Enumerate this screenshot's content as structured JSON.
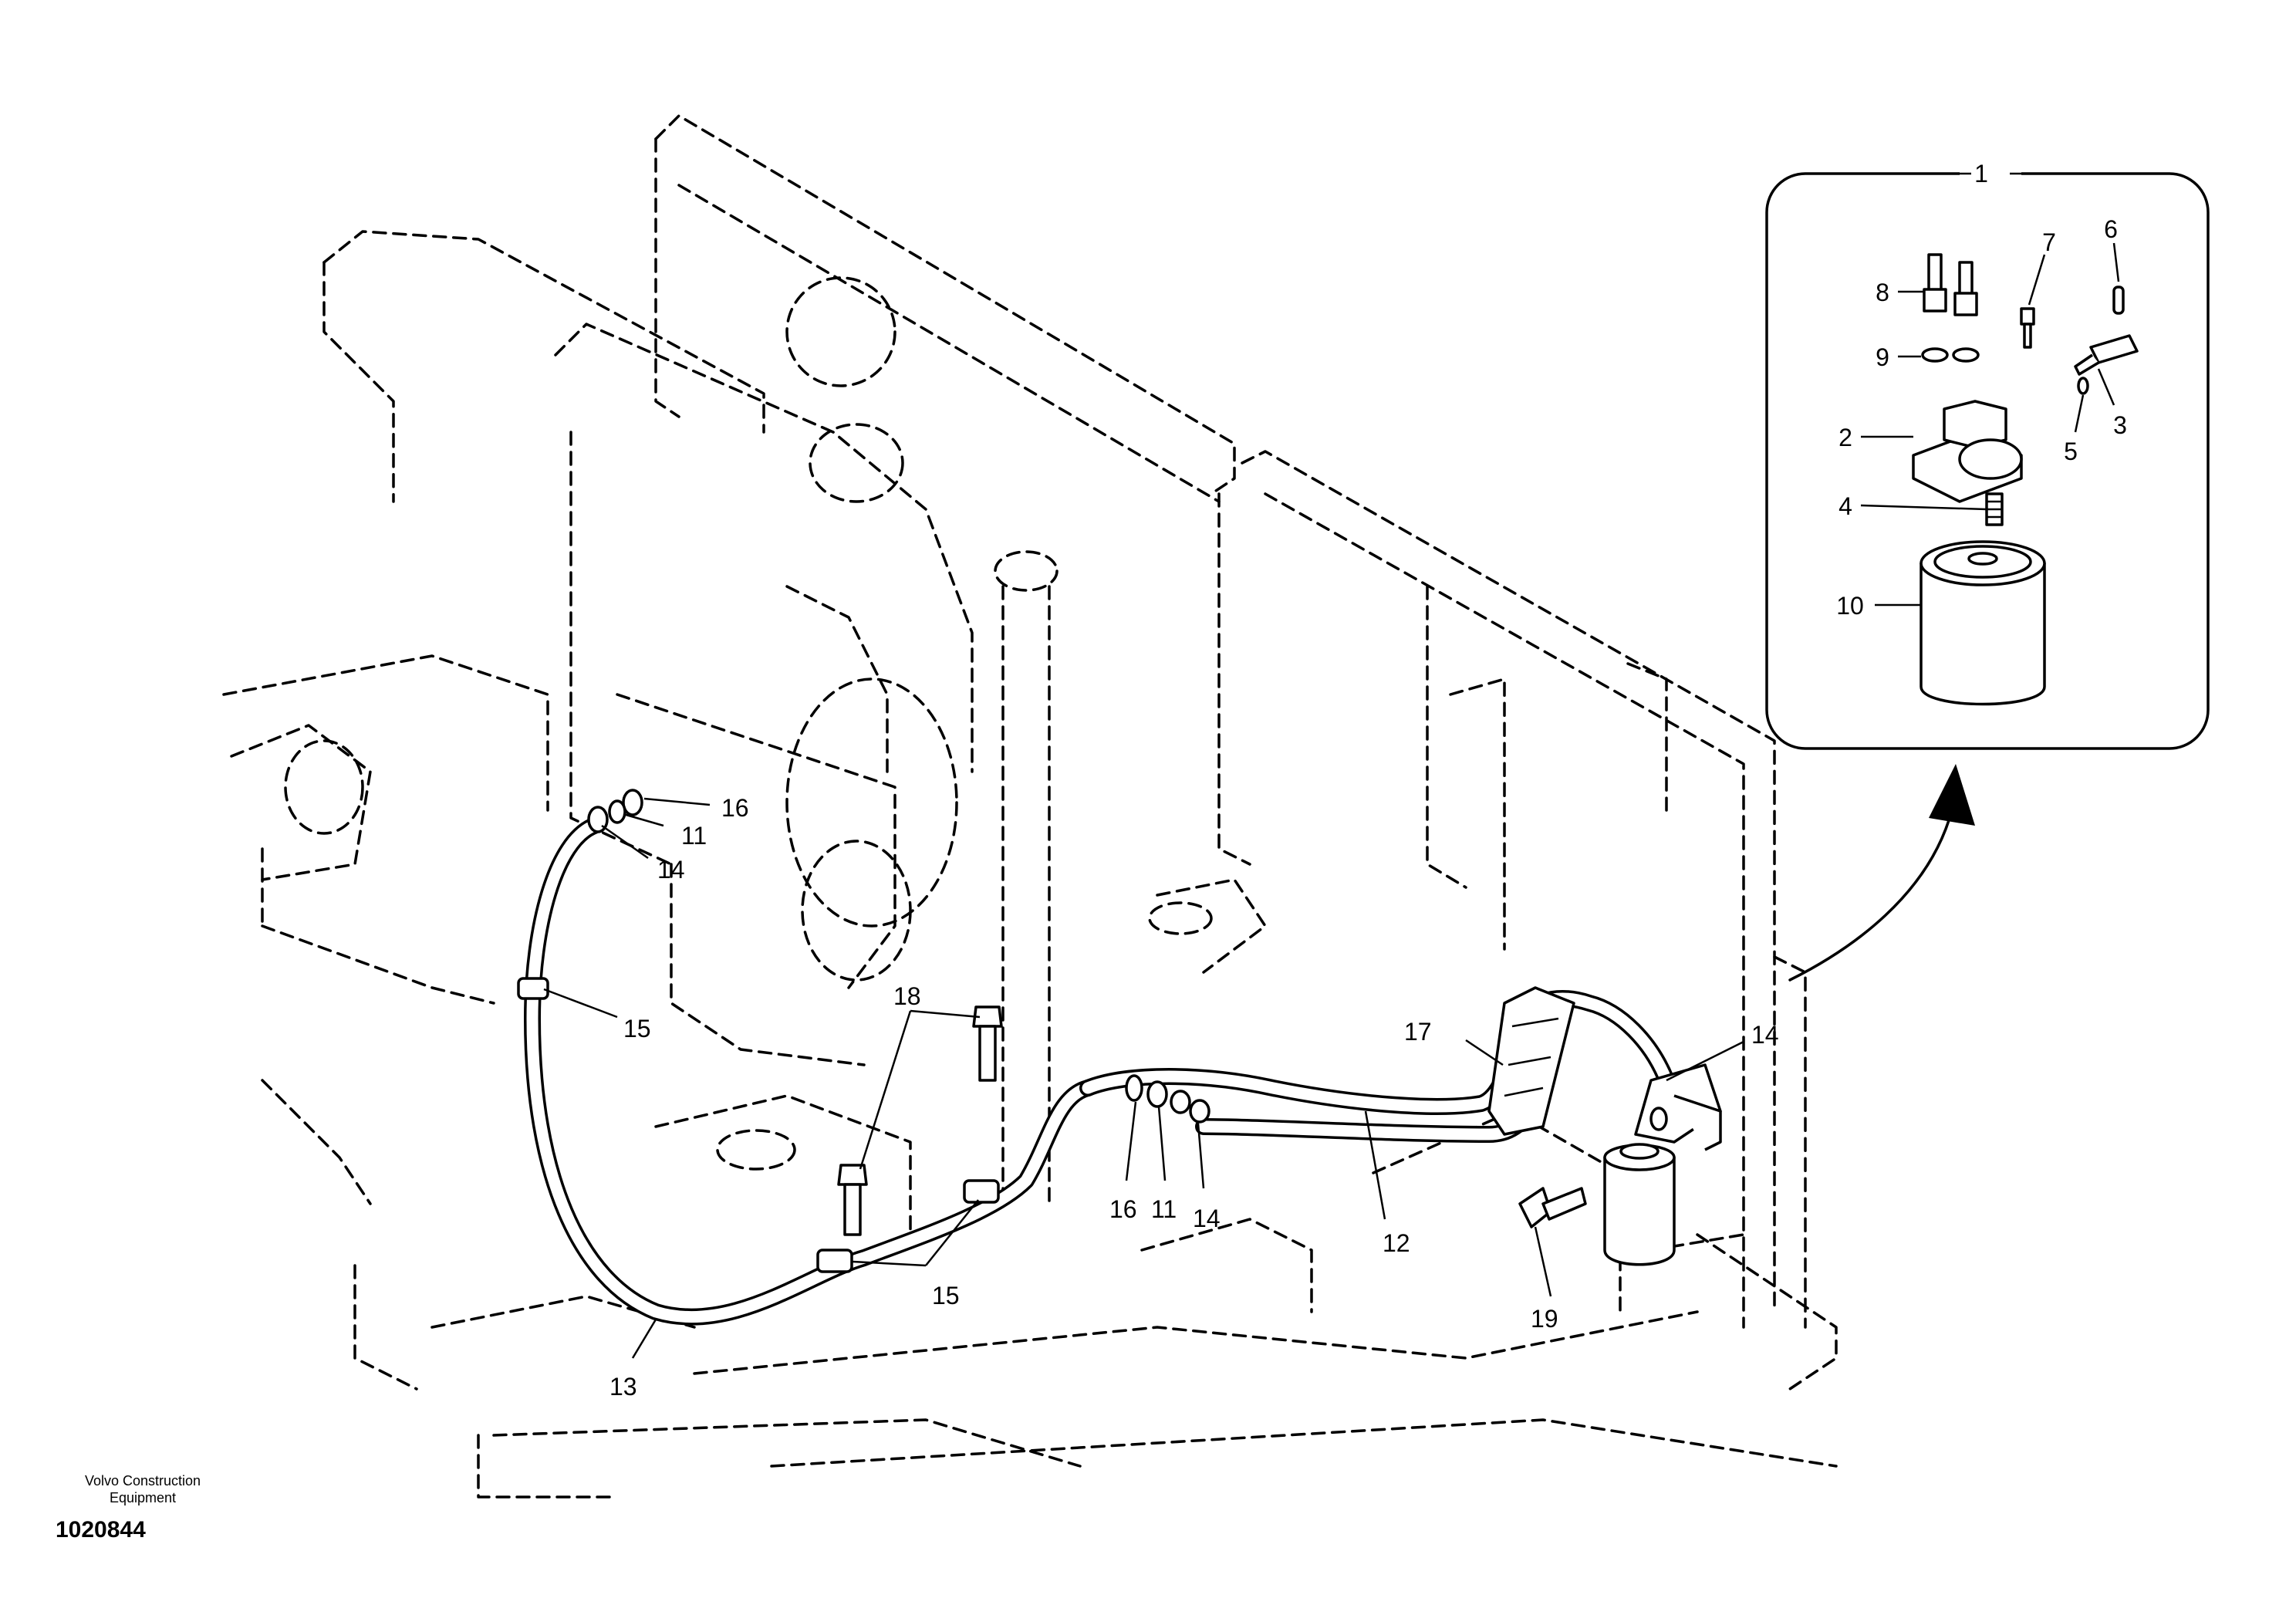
{
  "footer": {
    "maker_line_1": "Volvo Construction",
    "maker_line_2": "Equipment",
    "doc_number": "1020844"
  },
  "inset": {
    "title_number": "1",
    "callouts": {
      "c2": "2",
      "c3": "3",
      "c4": "4",
      "c5": "5",
      "c6": "6",
      "c7": "7",
      "c8": "8",
      "c9": "9",
      "c10": "10"
    }
  },
  "callouts": {
    "c11_a": "11",
    "c11_b": "11",
    "c12": "12",
    "c13": "13",
    "c14_a": "14",
    "c14_b": "14",
    "c14_c": "14",
    "c15_a": "15",
    "c15_b": "15",
    "c16_a": "16",
    "c16_b": "16",
    "c17": "17",
    "c18": "18",
    "c19": "19"
  },
  "colors": {
    "line": "#000000",
    "background": "#ffffff"
  }
}
